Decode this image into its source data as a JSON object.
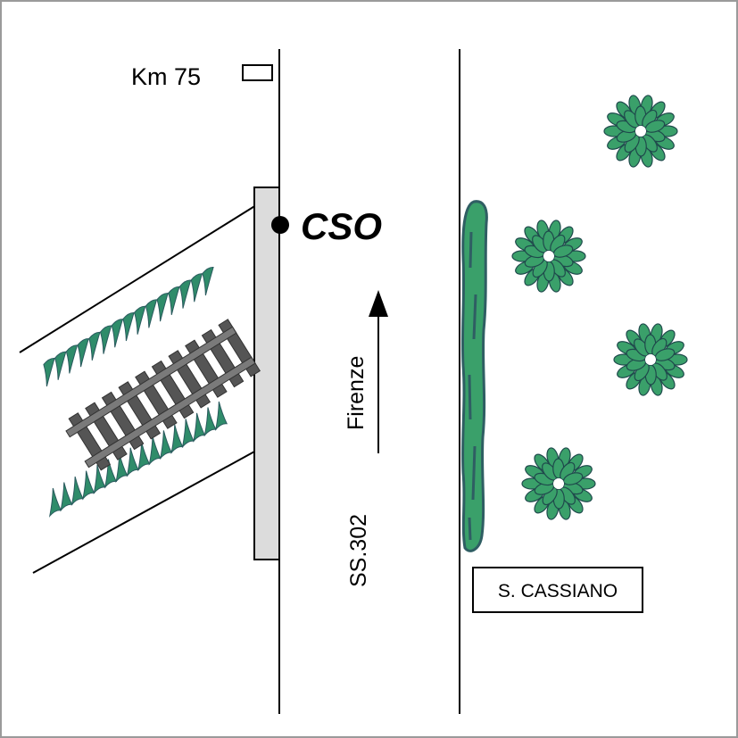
{
  "map": {
    "km_marker": {
      "label": "Km 75"
    },
    "station": {
      "label": "CSO"
    },
    "direction": {
      "label": "Firenze"
    },
    "road": {
      "label": "SS.302"
    },
    "place": {
      "label": "S. CASSIANO"
    },
    "icons": {
      "station_marker": "filled-circle-icon",
      "direction_arrow": "arrow-up-icon",
      "tree": "tree-icon",
      "hedge": "hedge-icon",
      "railway": "railway-track-icon",
      "embankment": "embankment-spikes-icon",
      "km_post": "km-post-icon"
    },
    "colors": {
      "vegetation_fill": "#3aa06a",
      "vegetation_stroke": "#2f5e63",
      "platform_fill": "#dcdcdc",
      "track_gray": "#6e6e6e",
      "line": "#000000"
    }
  }
}
